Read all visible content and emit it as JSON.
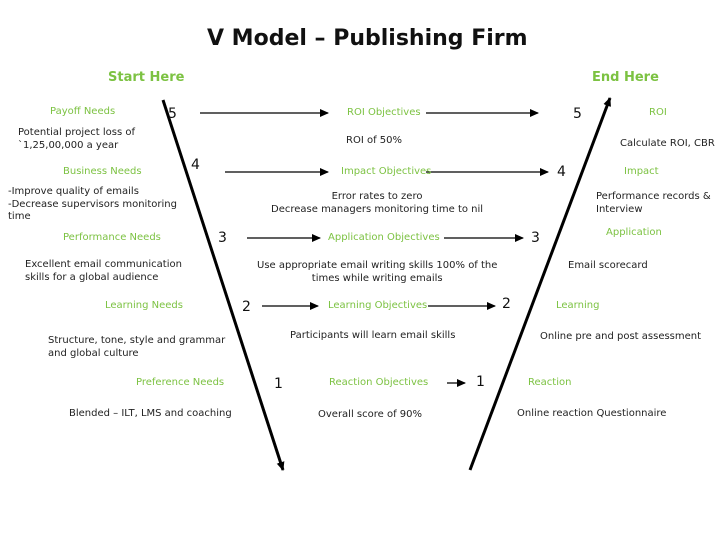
{
  "title": "V Model – Publishing Firm",
  "start_label": "Start Here",
  "end_label": "End Here",
  "left": [
    {
      "num": "5",
      "label": "Payoff Needs",
      "text": "Potential project loss of\n`1,25,00,000 a year"
    },
    {
      "num": "4",
      "label": "Business Needs",
      "text": "-Improve quality of emails\n-Decrease supervisors monitoring\ntime"
    },
    {
      "num": "3",
      "label": "Performance Needs",
      "text": "Excellent email communication\nskills for a global audience"
    },
    {
      "num": "2",
      "label": "Learning Needs",
      "text": "Structure, tone, style and grammar\nand global culture"
    },
    {
      "num": "1",
      "label": "Preference Needs",
      "text": "Blended – ILT, LMS and coaching"
    }
  ],
  "middle": [
    {
      "label": "ROI Objectives",
      "text": "ROI of 50%"
    },
    {
      "label": "Impact Objectives",
      "text": "Error rates to zero\nDecrease managers monitoring time to nil"
    },
    {
      "label": "Application Objectives",
      "text": "Use appropriate email writing skills 100% of the\ntimes while writing emails"
    },
    {
      "label": "Learning Objectives",
      "text": "Participants will learn email skills"
    },
    {
      "label": "Reaction Objectives",
      "text": "Overall score of 90%"
    }
  ],
  "right": [
    {
      "num": "5",
      "label": "ROI",
      "text": "Calculate ROI, CBR"
    },
    {
      "num": "4",
      "label": "Impact",
      "text": "Performance records &\nInterview"
    },
    {
      "num": "3",
      "label": "Application",
      "text": "Email scorecard"
    },
    {
      "num": "2",
      "label": "Learning",
      "text": "Online pre and post assessment"
    },
    {
      "num": "1",
      "label": "Reaction",
      "text": "Online reaction Questionnaire"
    }
  ]
}
